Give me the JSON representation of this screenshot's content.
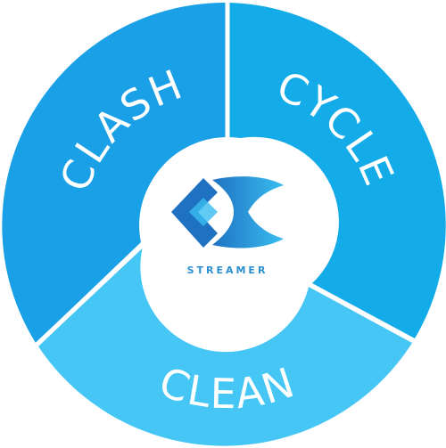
{
  "segments": [
    {
      "label": "CLASH",
      "color": "#1aa0e6"
    },
    {
      "label": "CYCLE",
      "color": "#13ace8"
    },
    {
      "label": "CLEAN",
      "color": "#45c6f4"
    }
  ],
  "logo": {
    "name": "streamer-logo-icon",
    "text": "STREAMER",
    "color_dark": "#1f72c2",
    "color_light": "#39bdf0"
  }
}
